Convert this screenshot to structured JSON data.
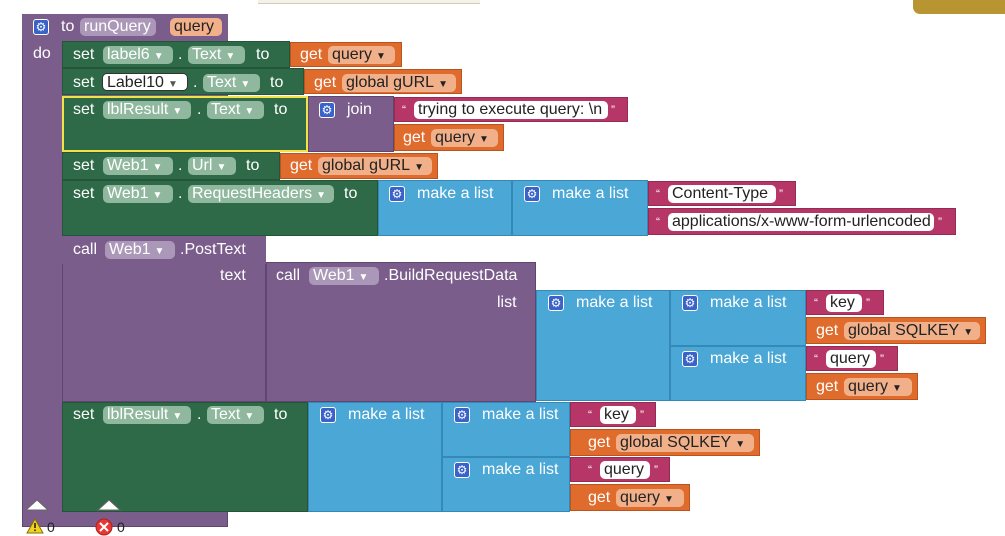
{
  "workspace": {
    "title": "Blocks workspace",
    "warnings": "0",
    "errors": "0"
  },
  "procedure": {
    "to_label": "to",
    "name": "runQuery",
    "param": "query",
    "do_label": "do"
  },
  "stmt1": {
    "set": "set",
    "component": "label6",
    "dot": ".",
    "prop": "Text",
    "to": "to",
    "get": "get",
    "var": "query"
  },
  "stmt2": {
    "set": "set",
    "component": "Label10",
    "dot": ".",
    "prop": "Text",
    "to": "to",
    "get": "get",
    "var": "global gURL"
  },
  "stmt3": {
    "set": "set",
    "component": "lblResult",
    "dot": ".",
    "prop": "Text",
    "to": "to",
    "join": "join",
    "text": "trying to execute query: \\n",
    "get": "get",
    "var": "query"
  },
  "stmt4": {
    "set": "set",
    "component": "Web1",
    "dot": ".",
    "prop": "Url",
    "to": "to",
    "get": "get",
    "var": "global gURL"
  },
  "stmt5": {
    "set": "set",
    "component": "Web1",
    "dot": ".",
    "prop": "RequestHeaders",
    "to": "to",
    "make_list": "make a list",
    "text1": "Content-Type",
    "text2": "applications/x-www-form-urlencoded"
  },
  "stmt6": {
    "call": "call",
    "component": "Web1",
    "method": ".PostText",
    "text_label": "text",
    "inner_call": "call",
    "inner_component": "Web1",
    "inner_method": ".BuildRequestData",
    "list_label": "list",
    "make_list": "make a list",
    "key1": "key",
    "get": "get",
    "var1": "global SQLKEY",
    "key2": "query",
    "var2": "query"
  },
  "stmt7": {
    "set": "set",
    "component": "lblResult",
    "dot": ".",
    "prop": "Text",
    "to": "to",
    "make_list": "make a list",
    "key1": "key",
    "get": "get",
    "var1": "global SQLKEY",
    "key2": "query",
    "var2": "query"
  }
}
